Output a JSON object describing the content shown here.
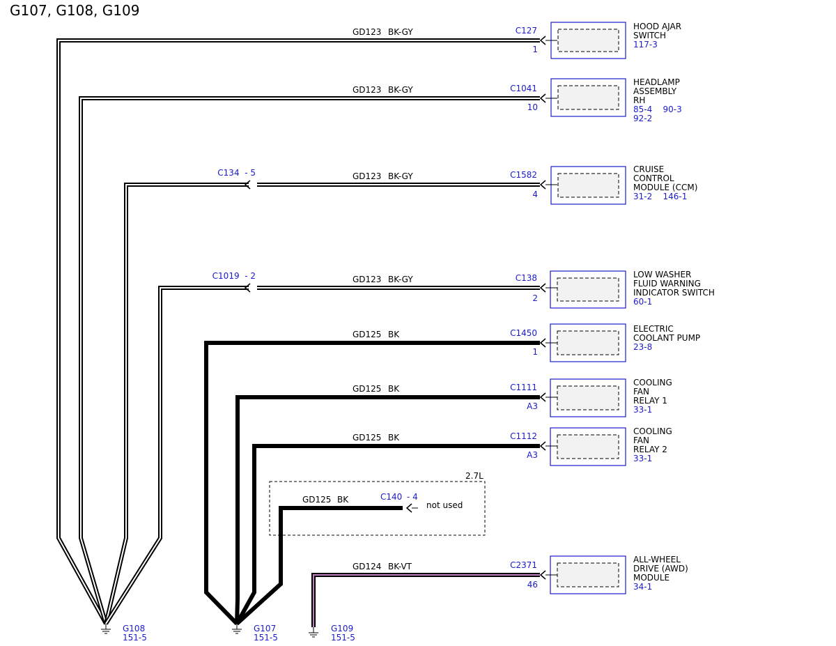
{
  "title": "G107, G108, G109",
  "circuits": [
    {
      "id": "c1",
      "wire": "GD123",
      "color": "BK-GY",
      "connector": "C127",
      "pin": "1",
      "component": [
        "HOOD AJAR",
        "SWITCH"
      ],
      "refs": [
        "117-3"
      ]
    },
    {
      "id": "c2",
      "wire": "GD123",
      "color": "BK-GY",
      "connector": "C1041",
      "pin": "10",
      "component": [
        "HEADLAMP",
        "ASSEMBLY",
        "RH"
      ],
      "refs": [
        "85-4    90-3",
        "92-2"
      ]
    },
    {
      "id": "c3",
      "wire": "GD123",
      "color": "BK-GY",
      "connector": "C1582",
      "pin": "4",
      "inline": "C134  - 5",
      "component": [
        "CRUISE",
        "CONTROL",
        "MODULE (CCM)"
      ],
      "refs": [
        "31-2    146-1"
      ]
    },
    {
      "id": "c4",
      "wire": "GD123",
      "color": "BK-GY",
      "connector": "C138",
      "pin": "2",
      "inline": "C1019  - 2",
      "component": [
        "LOW WASHER",
        "FLUID WARNING",
        "INDICATOR SWITCH"
      ],
      "refs": [
        "60-1"
      ]
    },
    {
      "id": "c5",
      "wire": "GD125",
      "color": "BK",
      "connector": "C1450",
      "pin": "1",
      "component": [
        "ELECTRIC",
        "COOLANT PUMP"
      ],
      "refs": [
        "23-8"
      ]
    },
    {
      "id": "c6",
      "wire": "GD125",
      "color": "BK",
      "connector": "C1111",
      "pin": "A3",
      "component": [
        "COOLING",
        "FAN",
        "RELAY 1"
      ],
      "refs": [
        "33-1"
      ]
    },
    {
      "id": "c7",
      "wire": "GD125",
      "color": "BK",
      "connector": "C1112",
      "pin": "A3",
      "component": [
        "COOLING",
        "FAN",
        "RELAY 2"
      ],
      "refs": [
        "33-1"
      ]
    },
    {
      "id": "c8",
      "wire": "GD125",
      "color": "BK",
      "connector": "C140",
      "pin": "- 4",
      "option": "2.7L",
      "note": "not used"
    },
    {
      "id": "c9",
      "wire": "GD124",
      "color": "BK-VT",
      "connector": "C2371",
      "pin": "46",
      "component": [
        "ALL-WHEEL",
        "DRIVE (AWD)",
        "MODULE"
      ],
      "refs": [
        "34-1"
      ]
    }
  ],
  "grounds": [
    {
      "id": "g108",
      "name": "G108",
      "ref": "151-5"
    },
    {
      "id": "g107",
      "name": "G107",
      "ref": "151-5"
    },
    {
      "id": "g109",
      "name": "G109",
      "ref": "151-5"
    }
  ],
  "colors": {
    "wire_bk": "#000000",
    "wire_stripe_gy": "#ffffff",
    "wire_stripe_vt": "#c080c0",
    "label_blue": "#1a1acc",
    "component_border": "#1a1acc",
    "component_fill": "#f2f2f2"
  }
}
